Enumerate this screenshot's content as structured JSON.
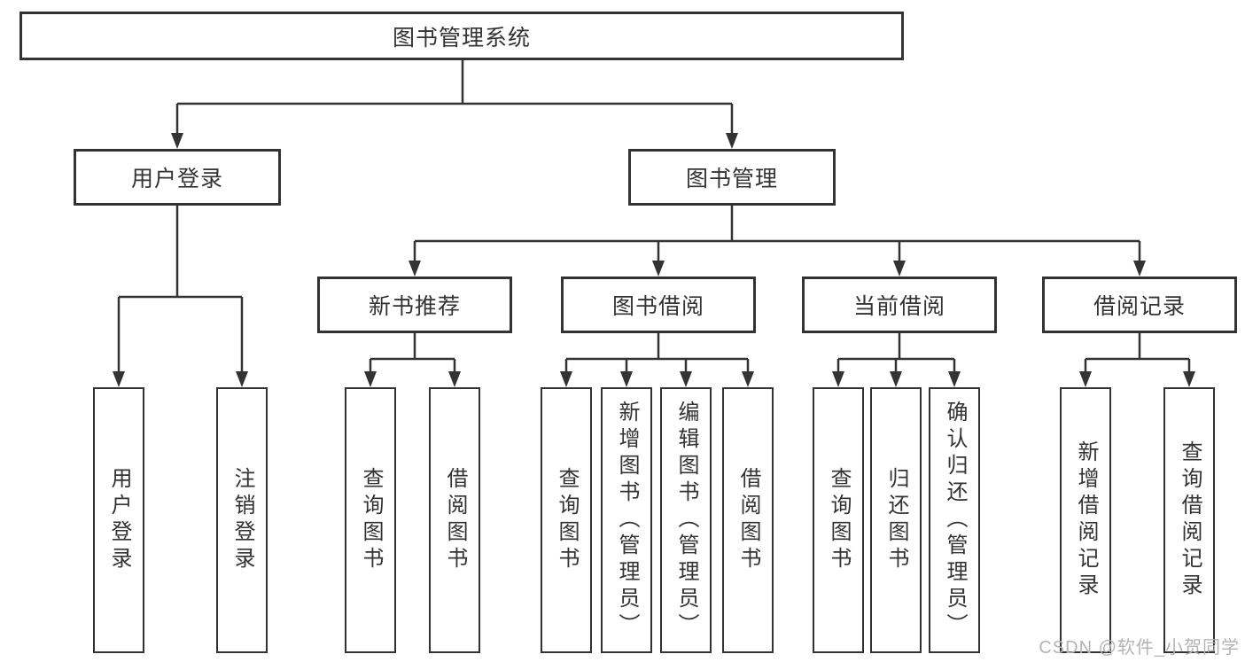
{
  "tree": {
    "root": {
      "label": "图书管理系统"
    },
    "branches": [
      {
        "label": "用户登录",
        "children": [
          {
            "label": "用户登录"
          },
          {
            "label": "注销登录"
          }
        ]
      },
      {
        "label": "图书管理",
        "sections": [
          {
            "label": "新书推荐",
            "children": [
              {
                "label": "查询图书"
              },
              {
                "label": "借阅图书"
              }
            ]
          },
          {
            "label": "图书借阅",
            "children": [
              {
                "label": "查询图书"
              },
              {
                "label": "新增图书（管理员）"
              },
              {
                "label": "编辑图书（管理员）"
              },
              {
                "label": "借阅图书"
              }
            ]
          },
          {
            "label": "当前借阅",
            "children": [
              {
                "label": "查询图书"
              },
              {
                "label": "归还图书"
              },
              {
                "label": "确认归还（管理员）"
              }
            ]
          },
          {
            "label": "借阅记录",
            "children": [
              {
                "label": "新增借阅记录"
              },
              {
                "label": "查询借阅记录"
              }
            ]
          }
        ]
      }
    ]
  },
  "watermark": "CSDN @软件_小贺同学",
  "colors": {
    "line": "#333333",
    "box_border": "#333333",
    "text": "#333333",
    "background": "#ffffff",
    "watermark": "#b4b4b4"
  }
}
